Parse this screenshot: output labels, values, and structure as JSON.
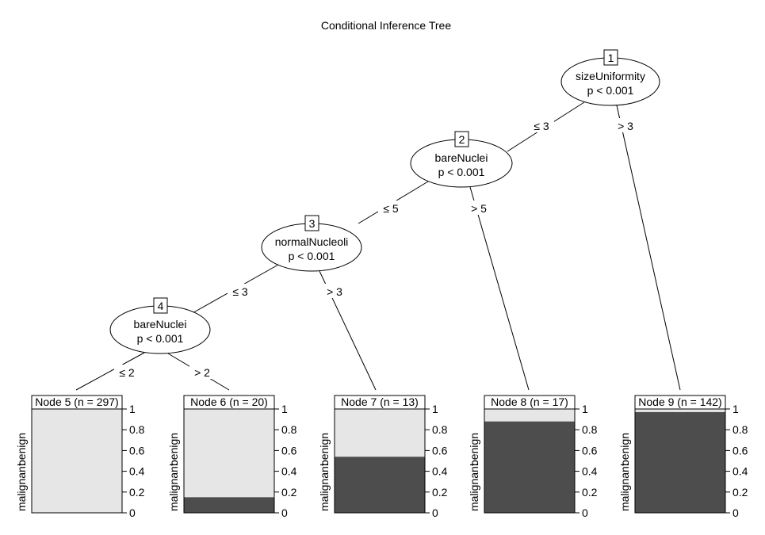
{
  "title": "Conditional Inference Tree",
  "inner_nodes": [
    {
      "id": "1",
      "variable": "sizeUniformity",
      "p": "p < 0.001"
    },
    {
      "id": "2",
      "variable": "bareNuclei",
      "p": "p < 0.001"
    },
    {
      "id": "3",
      "variable": "normalNucleoli",
      "p": "p < 0.001"
    },
    {
      "id": "4",
      "variable": "bareNuclei",
      "p": "p < 0.001"
    }
  ],
  "edges": [
    {
      "from": "1",
      "to": "2",
      "label": "≤ 3"
    },
    {
      "from": "1",
      "to": "9",
      "label": "> 3"
    },
    {
      "from": "2",
      "to": "3",
      "label": "≤ 5"
    },
    {
      "from": "2",
      "to": "8",
      "label": "> 5"
    },
    {
      "from": "3",
      "to": "4",
      "label": "≤ 3"
    },
    {
      "from": "3",
      "to": "7",
      "label": "> 3"
    },
    {
      "from": "4",
      "to": "5",
      "label": "≤ 2"
    },
    {
      "from": "4",
      "to": "6",
      "label": "> 2"
    }
  ],
  "terminal_nodes": [
    {
      "id": "5",
      "title": "Node 5 (n = 297)",
      "malignant_fraction": 0.0
    },
    {
      "id": "6",
      "title": "Node 6 (n = 20)",
      "malignant_fraction": 0.15
    },
    {
      "id": "7",
      "title": "Node 7 (n = 13)",
      "malignant_fraction": 0.54
    },
    {
      "id": "8",
      "title": "Node 8 (n = 17)",
      "malignant_fraction": 0.88
    },
    {
      "id": "9",
      "title": "Node 9 (n = 142)",
      "malignant_fraction": 0.97
    }
  ],
  "bar_axis": {
    "ticks": [
      "0",
      "0.2",
      "0.4",
      "0.6",
      "0.8",
      "1"
    ],
    "category_low": "malignant",
    "category_high": "benign"
  },
  "colors": {
    "malignant": "#4d4d4d",
    "benign": "#e6e6e6",
    "line": "#000000"
  }
}
